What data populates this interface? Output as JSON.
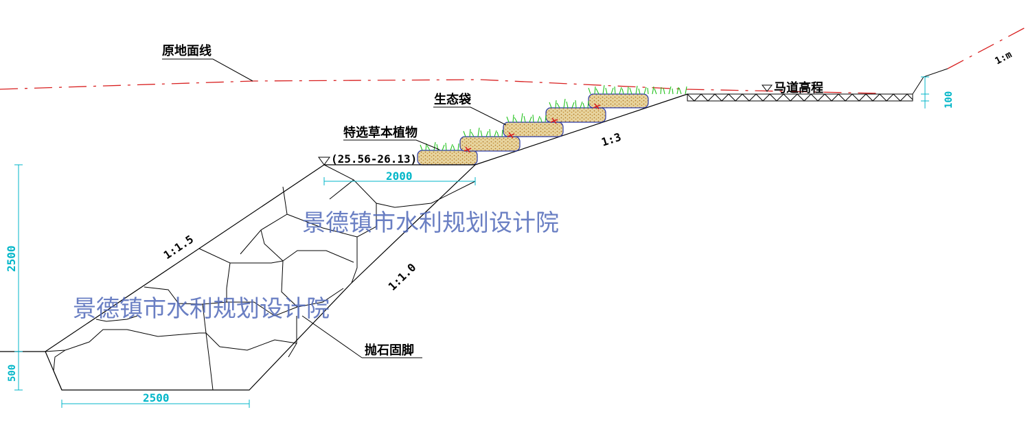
{
  "labels": {
    "ground_line": "原地面线",
    "berm_elevation": "马道高程",
    "eco_bag": "生态袋",
    "grass": "特选草本植物",
    "elevation": "(25.56-26.13)",
    "toe": "抛石固脚"
  },
  "slopes": {
    "upper": "1:3",
    "outer": "1:1.5",
    "inner": "1:1.0",
    "far": "1:m"
  },
  "dimensions": {
    "top_width": "2000",
    "bottom_width": "2500",
    "height_main": "2500",
    "height_base": "500",
    "height_berm": "100"
  },
  "watermark": {
    "text_1": "景德镇市水利规划设计院",
    "text_2": "景德镇市水利规划设计院"
  },
  "colors": {
    "line": "#000000",
    "ground_dash": "#d81e1e",
    "dimension": "#00b6c8",
    "grass": "#22c21c",
    "bag_fill": "#e8d5a0",
    "bag_outline": "#2a3aa8",
    "watermark": "#5068b8"
  }
}
